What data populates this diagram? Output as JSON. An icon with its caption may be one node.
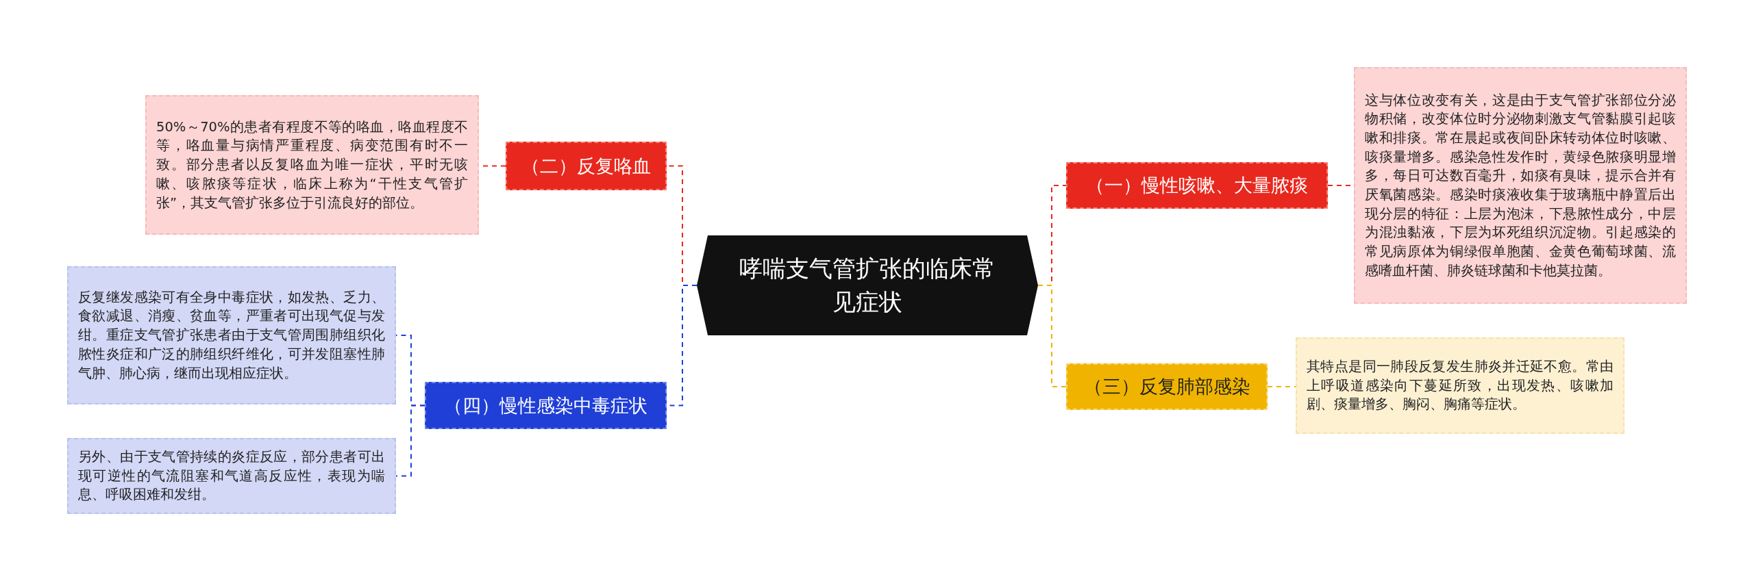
{
  "diagram": {
    "nodes": [
      {
        "text": [
          "哮喘支气管扩张的临床常见症状"
        ]
      },
      {
        "text": [
          "（二）反复咯血"
        ]
      },
      {
        "text": [
          "50%～70%的患者有程度不等的咯血，咯血程度不等，咯血量与病情严重程度、病变范围有时不一致。部分患者以反复咯血为唯一症状，平时无咳嗽、咳脓痰等症状，临床上称为“干性支气管扩张”，其支气管扩张多位于引流良好的部位。"
        ]
      },
      {
        "text": [
          "（四）慢性感染中毒症状"
        ]
      },
      {
        "text": [
          "反复继发感染可有全身中毒症状，如发热、乏力、食欲减退、消瘦、贫血等，严重者可出现气促与发绀。重症支气管扩张患者由于支气管周围肺组织化脓性炎症和广泛的肺组织纤维化，可并发阻塞性肺气肿、肺心病，继而出现相应症状。"
        ]
      },
      {
        "text": [
          "另外、由于支气管持续的炎症反应，部分患者可出现可逆性的气流阻塞和气道高反应性，表现为喘息、呼吸困难和发绀。"
        ]
      },
      {
        "text": [
          "（一）慢性咳嗽、大量脓痰"
        ]
      },
      {
        "text": [
          "这与体位改变有关，这是由于支气管扩张部位分泌物积储，改变体位时分泌物刺激支气管黏膜引起咳嗽和排痰。常在晨起或夜间卧床转动体位时咳嗽、咳痰量增多。感染急性发作时，黄绿色脓痰明显增多，每日可达数百毫升，如痰有臭味，提示合并有厌氧菌感染。感染时痰液收集于玻璃瓶中静置后出现分层的特征：上层为泡沫，下悬脓性成分，中层为混浊黏液，下层为坏死组织沉淀物。引起感染的常见病原体为铜绿假单胞菌、金黄色葡萄球菌、流感嗜血杆菌、肺炎链球菌和卡他莫拉菌。"
        ]
      },
      {
        "text": [
          "（三）反复肺部感染"
        ]
      },
      {
        "text": [
          "其特点是同一肺段反复发生肺炎并迁延不愈。常由上呼吸道感染向下蔓延所致，出现发热、咳嗽加剧、痰量增多、胸闷、胸痛等症状。"
        ]
      }
    ],
    "edges": [
      {
        "from": 0,
        "to": 1,
        "arrow": "none",
        "style": "dashed",
        "color": "#e8281e"
      },
      {
        "from": 1,
        "to": 2,
        "arrow": "none",
        "style": "dashed",
        "color": "#e8281e"
      },
      {
        "from": 0,
        "to": 3,
        "arrow": "none",
        "style": "dashed",
        "color": "#1f3fd6"
      },
      {
        "from": 3,
        "to": 4,
        "arrow": "none",
        "style": "dashed",
        "color": "#1f3fd6"
      },
      {
        "from": 3,
        "to": 5,
        "arrow": "none",
        "style": "dashed",
        "color": "#1f3fd6"
      },
      {
        "from": 0,
        "to": 6,
        "arrow": "none",
        "style": "dashed",
        "color": "#e8281e"
      },
      {
        "from": 6,
        "to": 7,
        "arrow": "none",
        "style": "dashed",
        "color": "#e8281e"
      },
      {
        "from": 0,
        "to": 8,
        "arrow": "none",
        "style": "dashed",
        "color": "#f0b400"
      },
      {
        "from": 8,
        "to": 9,
        "arrow": "none",
        "style": "dashed",
        "color": "#f0b400"
      }
    ]
  }
}
